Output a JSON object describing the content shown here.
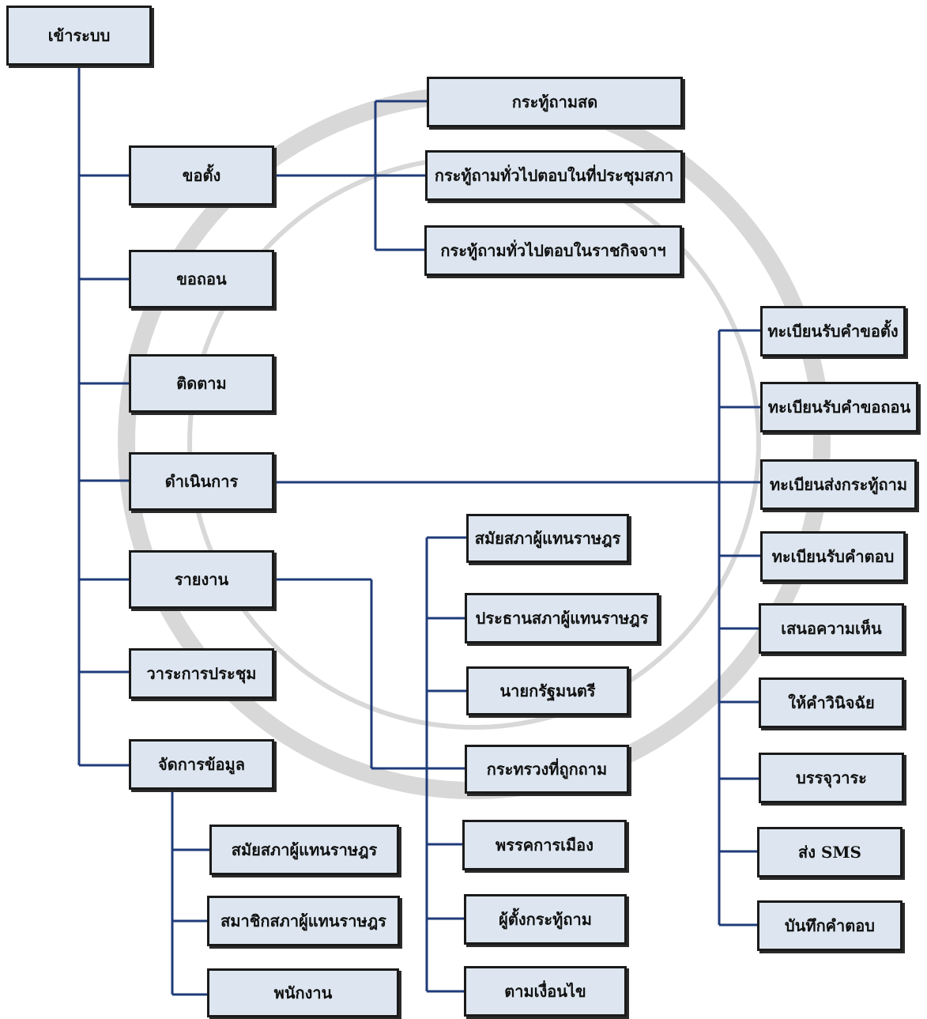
{
  "colors": {
    "box_fill": "#dde6f0",
    "box_border": "#1a1a1a",
    "connector": "#1f3b7a"
  },
  "root": {
    "login": "เข้าระบบ"
  },
  "main_menu": {
    "submit": "ขอตั้ง",
    "withdraw": "ขอถอน",
    "track": "ติดตาม",
    "operate": "ดำเนินการ",
    "report": "รายงาน",
    "agenda": "วาระการประชุม",
    "manage_data": "จัดการข้อมูล"
  },
  "question_types": {
    "live": "กระทู้ถามสด",
    "general_floor": "กระทู้ถามทั่วไปตอบในที่ประชุมสภา",
    "general_gazette": "กระทู้ถามทั่วไปตอบในราชกิจจาฯ"
  },
  "data_management": {
    "house_session": "สมัยสภาผู้แทนราษฎร",
    "house_member": "สมาชิกสภาผู้แทนราษฎร",
    "staff": "พนักงาน"
  },
  "report_items": {
    "house_session": "สมัยสภาผู้แทนราษฎร",
    "speaker": "ประธานสภาผู้แทนราษฎร",
    "prime_minister": "นายกรัฐมนตรี",
    "ministry": "กระทรวงที่ถูกถาม",
    "party": "พรรคการเมือง",
    "questioner": "ผู้ตั้งกระทู้ถาม",
    "conditions": "ตามเงื่อนไข"
  },
  "operation_items": {
    "register_submit": "ทะเบียนรับคำขอตั้ง",
    "register_withdraw": "ทะเบียนรับคำขอถอน",
    "register_send": "ทะเบียนส่งกระทู้ถาม",
    "register_answer": "ทะเบียนรับคำตอบ",
    "opinion": "เสนอความเห็น",
    "ruling": "ให้คำวินิจฉัย",
    "agenda_include": "บรรจุวาระ",
    "send_sms": "ส่ง SMS",
    "record_answer": "บันทึกคำตอบ"
  }
}
